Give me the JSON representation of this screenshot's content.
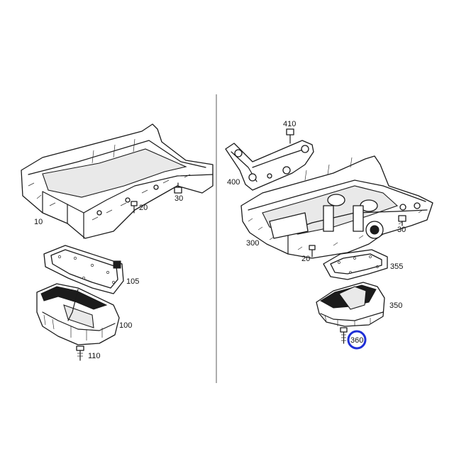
{
  "left_group": {
    "labels": {
      "upper_pan": "10",
      "screw_upper": "20",
      "bolt_upper": "30",
      "gasket": "105",
      "lower_pan": "100",
      "drain_plug": "110"
    }
  },
  "right_group": {
    "labels": {
      "bolt_top": "410",
      "bracket": "400",
      "upper_pan": "300",
      "screw_upper": "20",
      "bolt_upper": "30",
      "gasket": "355",
      "lower_pan": "350",
      "drain_plug_highlighted": "360"
    }
  },
  "colors": {
    "highlight": "#1f2fd6",
    "line": "#1a1a1a"
  }
}
